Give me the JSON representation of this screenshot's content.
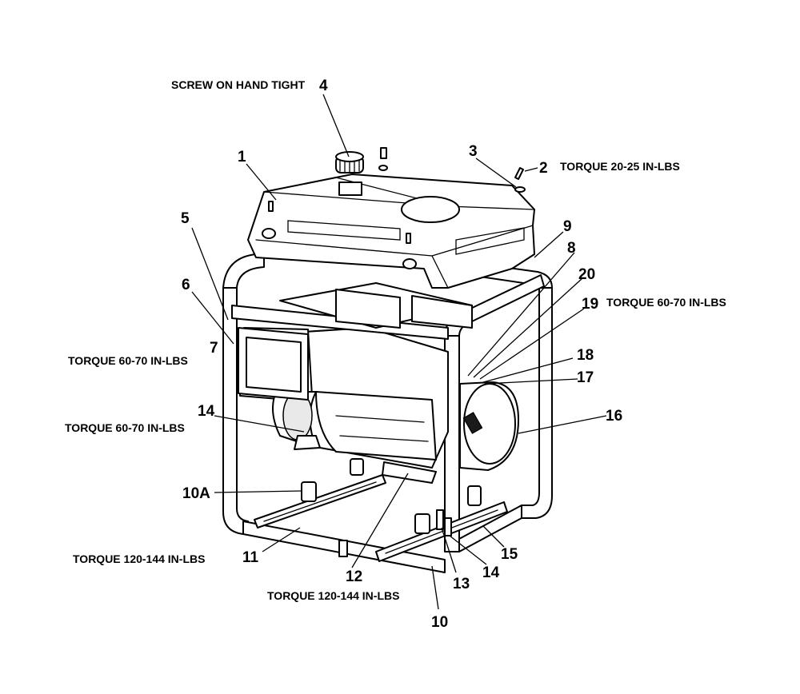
{
  "callouts": {
    "c1": "1",
    "c2": "2",
    "c3": "3",
    "c4": "4",
    "c5": "5",
    "c6": "6",
    "c7": "7",
    "c8": "8",
    "c9": "9",
    "c10": "10",
    "c10a": "10A",
    "c11": "11",
    "c12": "12",
    "c13": "13",
    "c14_left": "14",
    "c14_bottom": "14",
    "c15": "15",
    "c16": "16",
    "c17": "17",
    "c18": "18",
    "c19": "19",
    "c20": "20"
  },
  "notes": {
    "screw_on": "SCREW ON HAND TIGHT",
    "torque_20_25": "TORQUE 20-25 IN-LBS",
    "torque_60_70_right": "TORQUE 60-70 IN-LBS",
    "torque_60_70_left_upper": "TORQUE 60-70 IN-LBS",
    "torque_60_70_left_lower": "TORQUE 60-70 IN-LBS",
    "torque_120_144_left": "TORQUE 120-144 IN-LBS",
    "torque_120_144_bottom": "TORQUE 120-144 IN-LBS"
  }
}
